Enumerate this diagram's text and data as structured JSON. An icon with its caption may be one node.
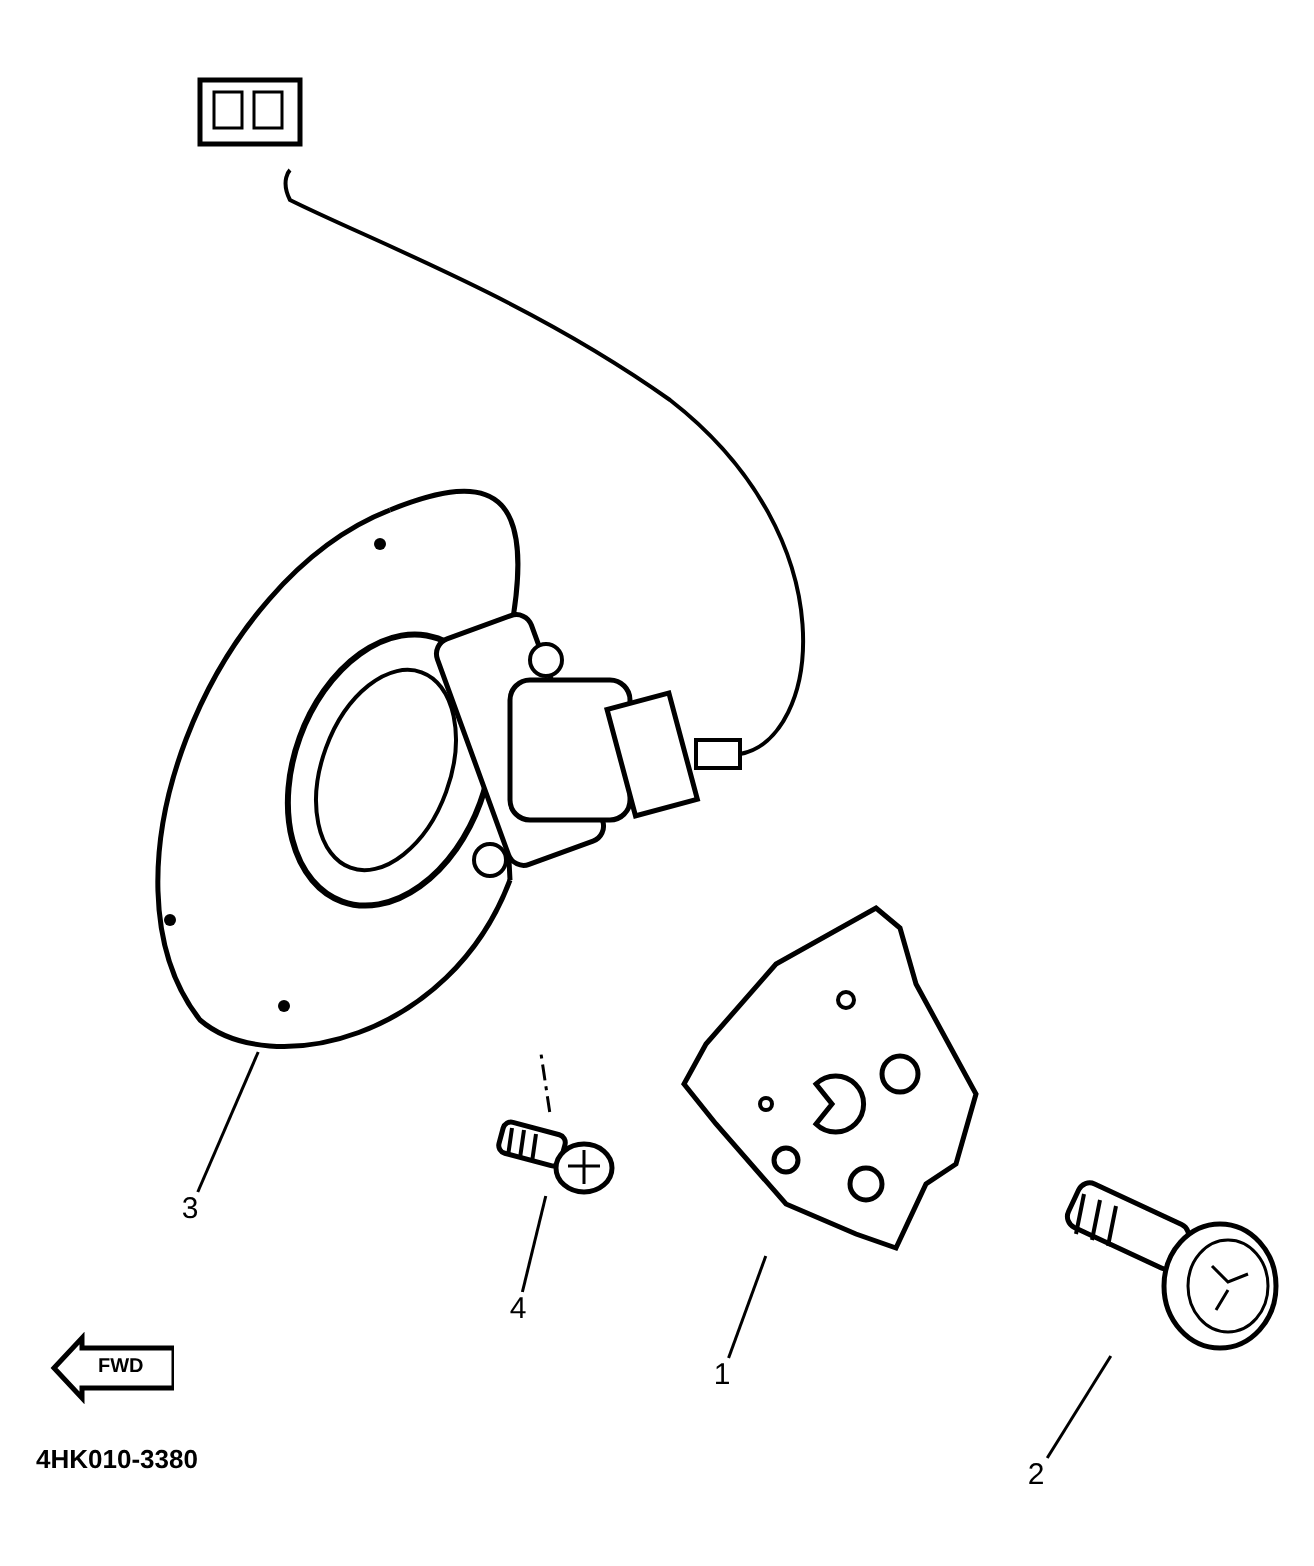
{
  "diagram": {
    "nodes": [
      {
        "text": [
          "3"
        ]
      },
      {
        "text": [],
        "shape": "picture"
      },
      {
        "text": [
          "4"
        ]
      },
      {
        "text": [],
        "shape": "picture"
      },
      {
        "text": [
          "1"
        ]
      },
      {
        "text": [],
        "shape": "picture"
      },
      {
        "text": [
          "2"
        ]
      },
      {
        "text": [],
        "shape": "picture"
      }
    ],
    "edges": [
      {
        "from": 0,
        "to": 1,
        "arrow": "none"
      },
      {
        "from": 2,
        "to": 3,
        "arrow": "none"
      },
      {
        "from": 4,
        "to": 5,
        "arrow": "none"
      },
      {
        "from": 6,
        "to": 7,
        "arrow": "none"
      },
      {
        "from": 3,
        "to": 1,
        "arrow": "none",
        "style": "dashed"
      }
    ],
    "labels": [
      "FWD",
      "4HK010-3380"
    ]
  }
}
